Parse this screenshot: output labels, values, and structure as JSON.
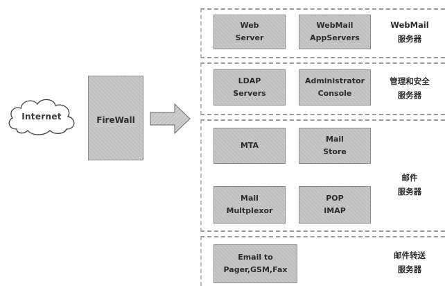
{
  "internet": {
    "label": "Internet"
  },
  "firewall": {
    "label": "FireWall"
  },
  "groups": [
    {
      "label_lines": [
        "WebMail",
        "服务器"
      ],
      "services": [
        {
          "lines": [
            "Web",
            "Server"
          ]
        },
        {
          "lines": [
            "WebMail",
            "AppServers"
          ]
        }
      ]
    },
    {
      "label_lines": [
        "管理和安全",
        "服务器"
      ],
      "services": [
        {
          "lines": [
            "LDAP",
            "Servers"
          ]
        },
        {
          "lines": [
            "Administrator",
            "Console"
          ]
        }
      ]
    },
    {
      "label_lines": [
        "邮件",
        "服务器"
      ],
      "services": [
        {
          "lines": [
            "MTA"
          ]
        },
        {
          "lines": [
            "Mail",
            "Store"
          ]
        },
        {
          "lines": [
            "Mail",
            "Multplexor"
          ]
        },
        {
          "lines": [
            "POP",
            "IMAP"
          ]
        }
      ]
    },
    {
      "label_lines": [
        "邮件转送",
        "服务器"
      ],
      "services": [
        {
          "lines": [
            "Email to",
            "Pager,GSM,Fax"
          ]
        }
      ]
    }
  ]
}
